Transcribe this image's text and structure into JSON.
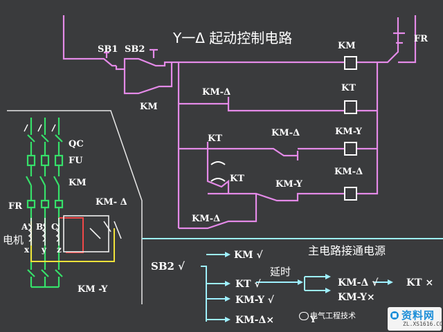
{
  "title": "Y一Δ 起动控制电路",
  "control_labels": {
    "sb1": "SB1",
    "sb2": "SB2",
    "km_contact": "KM",
    "km_coil": "KM",
    "fr": "FR",
    "kt_coil": "KT",
    "km_delta_seal": "KM-Δ",
    "kt_contact": "KT",
    "km_delta_interlock": "KM-Δ",
    "km_y_coil": "KM-Y",
    "kt_contact2": "KT",
    "km_y_interlock": "KM-Y",
    "km_delta_coil": "KM-Δ",
    "km_delta_bottom": "KM-Δ"
  },
  "main_labels": {
    "qc": "QC",
    "fu": "FU",
    "km": "KM",
    "fr": "FR",
    "km_delta": "KM- Δ",
    "a": "A'",
    "b": "B'",
    "c": "C'",
    "motor": "电机",
    "x": "x",
    "y": "y",
    "z": "z",
    "km_y": "KM -Y"
  },
  "sequence": {
    "sb2": "SB2 √",
    "km_on": "KM √",
    "main_on": "主电路接通电源",
    "kt_on": "KT √",
    "delay": "延时",
    "km_delta_on": "KM-Δ √",
    "kt_off": "KT ×",
    "km_y_on": "KM-Y √",
    "km_y_off": "KM-Y×",
    "km_delta_off": "KM-Δ×"
  },
  "watermark": {
    "channel": "电气工程技术",
    "site": "资料网",
    "url": "ZL.XS1616.COM",
    "stray_y": "Y"
  },
  "colors": {
    "background": "#3a3b3d",
    "control_wire": "#e48ae8",
    "main_wire": "#36e06a",
    "sequence_wire": "#9ef0ff",
    "text": "#ffffff",
    "yellow_wire": "#f2e23a",
    "red_wire": "#f04848",
    "outline": "#f0f0f0"
  }
}
